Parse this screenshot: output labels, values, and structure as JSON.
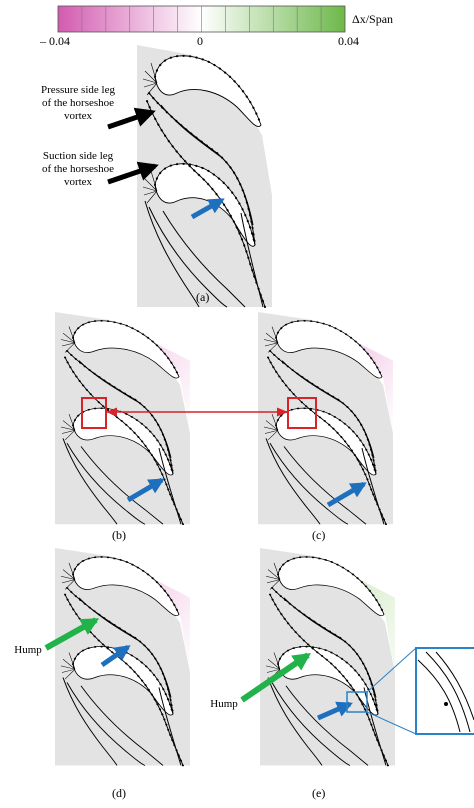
{
  "colorbar": {
    "min_label": "– 0.04",
    "mid_label": "0",
    "max_label": "0.04",
    "quantity_label": "Δx/Span",
    "min_color": "#d35bb0",
    "mid_color": "#ffffff",
    "max_color": "#6db84a",
    "levels": 12
  },
  "annotations": {
    "pressure_leg": [
      "Pressure side leg",
      "of the horseshoe",
      "vortex"
    ],
    "suction_leg": [
      "Suction side leg",
      "of the horseshoe",
      "vortex"
    ],
    "hump_d": "Hump",
    "hump_e": "Hump"
  },
  "panels": {
    "a": "(a)",
    "b": "(b)",
    "c": "(c)",
    "d": "(d)",
    "e": "(e)"
  },
  "colors": {
    "blade_bg": "#e3e3e3",
    "arrow_black": "#000000",
    "arrow_blue": "#1f6fbf",
    "arrow_green": "#21b24a",
    "highlight_red": "#d8232a",
    "inset_blue": "#2a82c7"
  }
}
